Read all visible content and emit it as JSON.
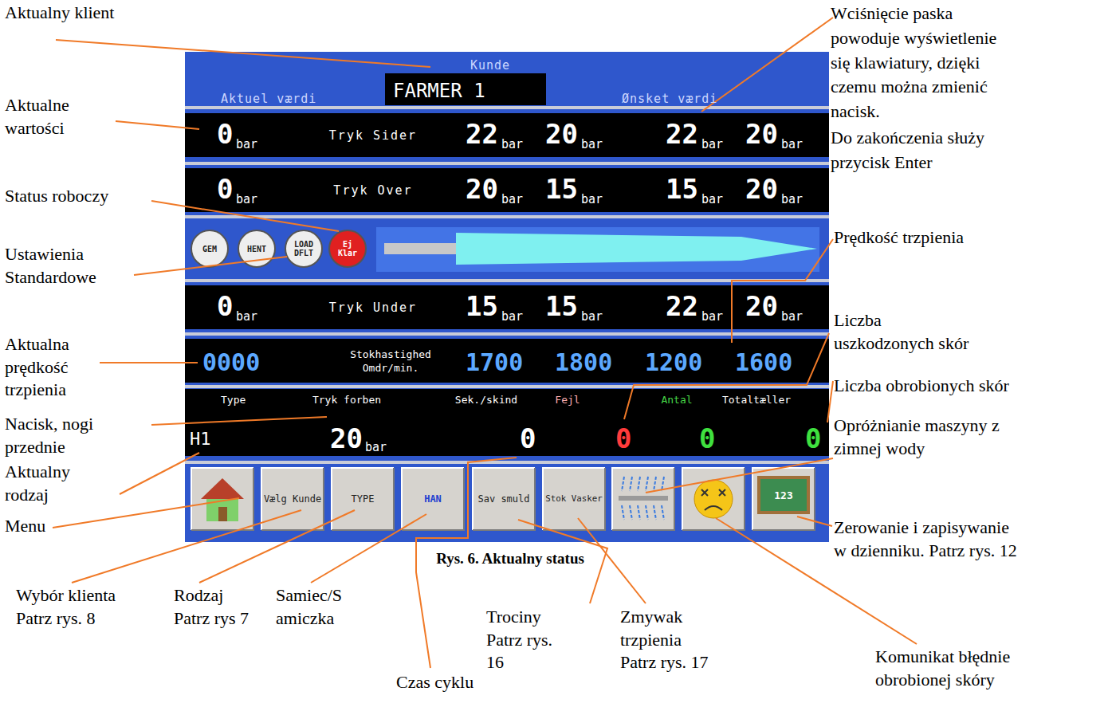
{
  "diagram": {
    "caption": "Rys. 6. Aktualny status",
    "nodes": [
      {
        "text": [
          "Kunde",
          "Aktuel værdi",
          "Ønsket værdi"
        ]
      },
      {
        "text": [
          "FARMER 1"
        ],
        "in": 0
      },
      {
        "text": [
          "0",
          "bar",
          "Tryk Sider",
          "22",
          "bar",
          "20",
          "bar",
          "22",
          "bar",
          "20",
          "bar"
        ],
        "in": 0
      },
      {
        "text": [
          "0",
          "bar",
          "Tryk Over",
          "20",
          "bar",
          "15",
          "bar",
          "15",
          "bar",
          "20",
          "bar"
        ],
        "in": 0
      },
      {
        "text": [
          "GEM"
        ],
        "in": 0
      },
      {
        "text": [
          "HENT"
        ],
        "in": 0
      },
      {
        "text": [
          "LOAD DFLT"
        ],
        "in": 0
      },
      {
        "text": [
          "Ej Klar"
        ],
        "in": 0
      },
      {
        "text": [
          "0",
          "bar",
          "Tryk Under",
          "15",
          "bar",
          "15",
          "bar",
          "22",
          "bar",
          "20",
          "bar"
        ],
        "in": 0
      },
      {
        "text": [
          "0000",
          "Stokhastighed Omdr/min.",
          "1700",
          "1800",
          "1200",
          "1600"
        ],
        "in": 0
      },
      {
        "text": [
          "Type",
          "Tryk forben",
          "Sek./skind",
          "Fejl",
          "Antal",
          "Totaltæller",
          "H1",
          "20",
          "bar",
          "0",
          "0",
          "0",
          "0"
        ],
        "in": 0
      },
      {
        "text": [
          "Vælg Kunde"
        ],
        "in": 0
      },
      {
        "text": [
          "TYPE"
        ],
        "in": 0
      },
      {
        "text": [
          "HAN"
        ],
        "in": 0
      },
      {
        "text": [
          "Sav smuld"
        ],
        "in": 0
      },
      {
        "text": [
          "Stok Vasker"
        ],
        "in": 0
      },
      {
        "text": [
          "123"
        ],
        "in": 0
      }
    ],
    "labels": [
      "Aktualny klient",
      "Aktualne wartości",
      "Status roboczy",
      "Ustawienia Standardowe",
      "Aktualna prędkość trzpienia",
      "Nacisk, nogi przednie",
      "Aktualny rodzaj",
      "Menu",
      "Wybór klienta Patrz rys. 8",
      "Rodzaj Patrz rys 7",
      "Samiec/Samiczka",
      "Czas cyklu",
      "Trociny Patrz rys. 16",
      "Zmywak trzpienia Patrz rys. 17",
      "Komunikat błędnie obrobionej skóry",
      "Wciśnięcie paska powoduje wyświetlenie się klawiatury, dzięki czemu można zmienić nacisk.",
      "Do zakończenia służy przycisk Enter",
      "Prędkość trzpienia",
      "Liczba uszkodzonych skór",
      "Liczba obrobionych skór",
      "Opróżnianie maszyny z zimnej wody",
      "Zerowanie i zapisywanie w dzienniku. Patrz rys. 12"
    ]
  }
}
